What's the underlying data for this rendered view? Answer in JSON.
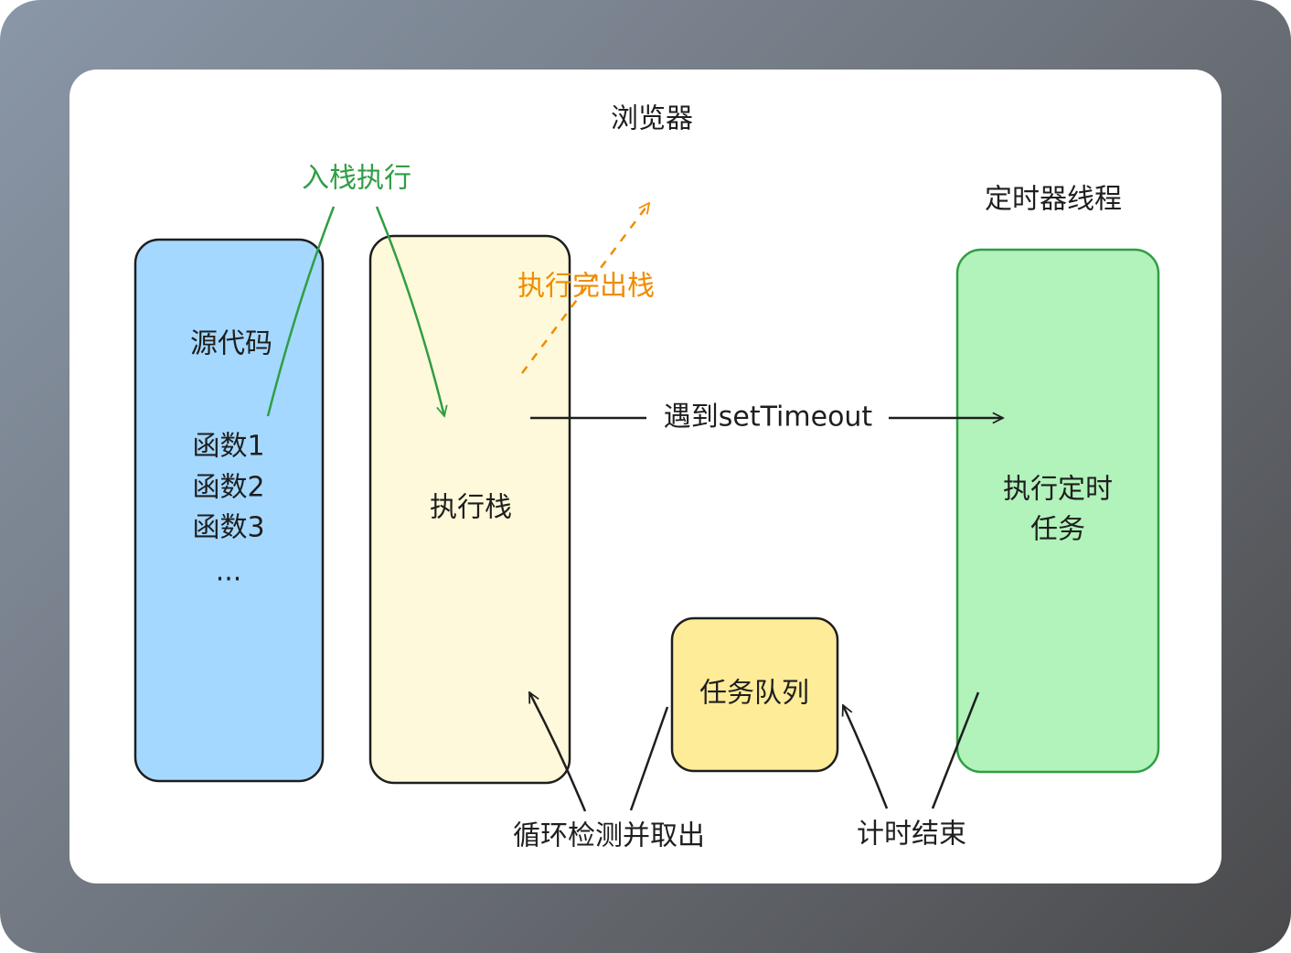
{
  "title": "浏览器",
  "colors": {
    "source": "#a5d8ff",
    "stack": "#fff9db",
    "timer": "#b2f2bb",
    "timer_stroke": "#2f9e44",
    "queue": "#ffec99",
    "green": "#2f9e44",
    "orange": "#f08c00",
    "ink": "#1e1e1e"
  },
  "nodes": {
    "source": {
      "label": "源代码",
      "lines": [
        "函数1",
        "函数2",
        "函数3",
        "..."
      ]
    },
    "stack": {
      "label": "执行栈"
    },
    "timer_thread": {
      "title": "定时器线程",
      "lines": [
        "执行定时",
        "任务"
      ]
    },
    "queue": {
      "label": "任务队列"
    }
  },
  "edges": {
    "push": "入栈执行",
    "pop": "执行完出栈",
    "set_timeout": "遇到setTimeout",
    "loop": "循环检测并取出",
    "timer_done": "计时结束"
  }
}
